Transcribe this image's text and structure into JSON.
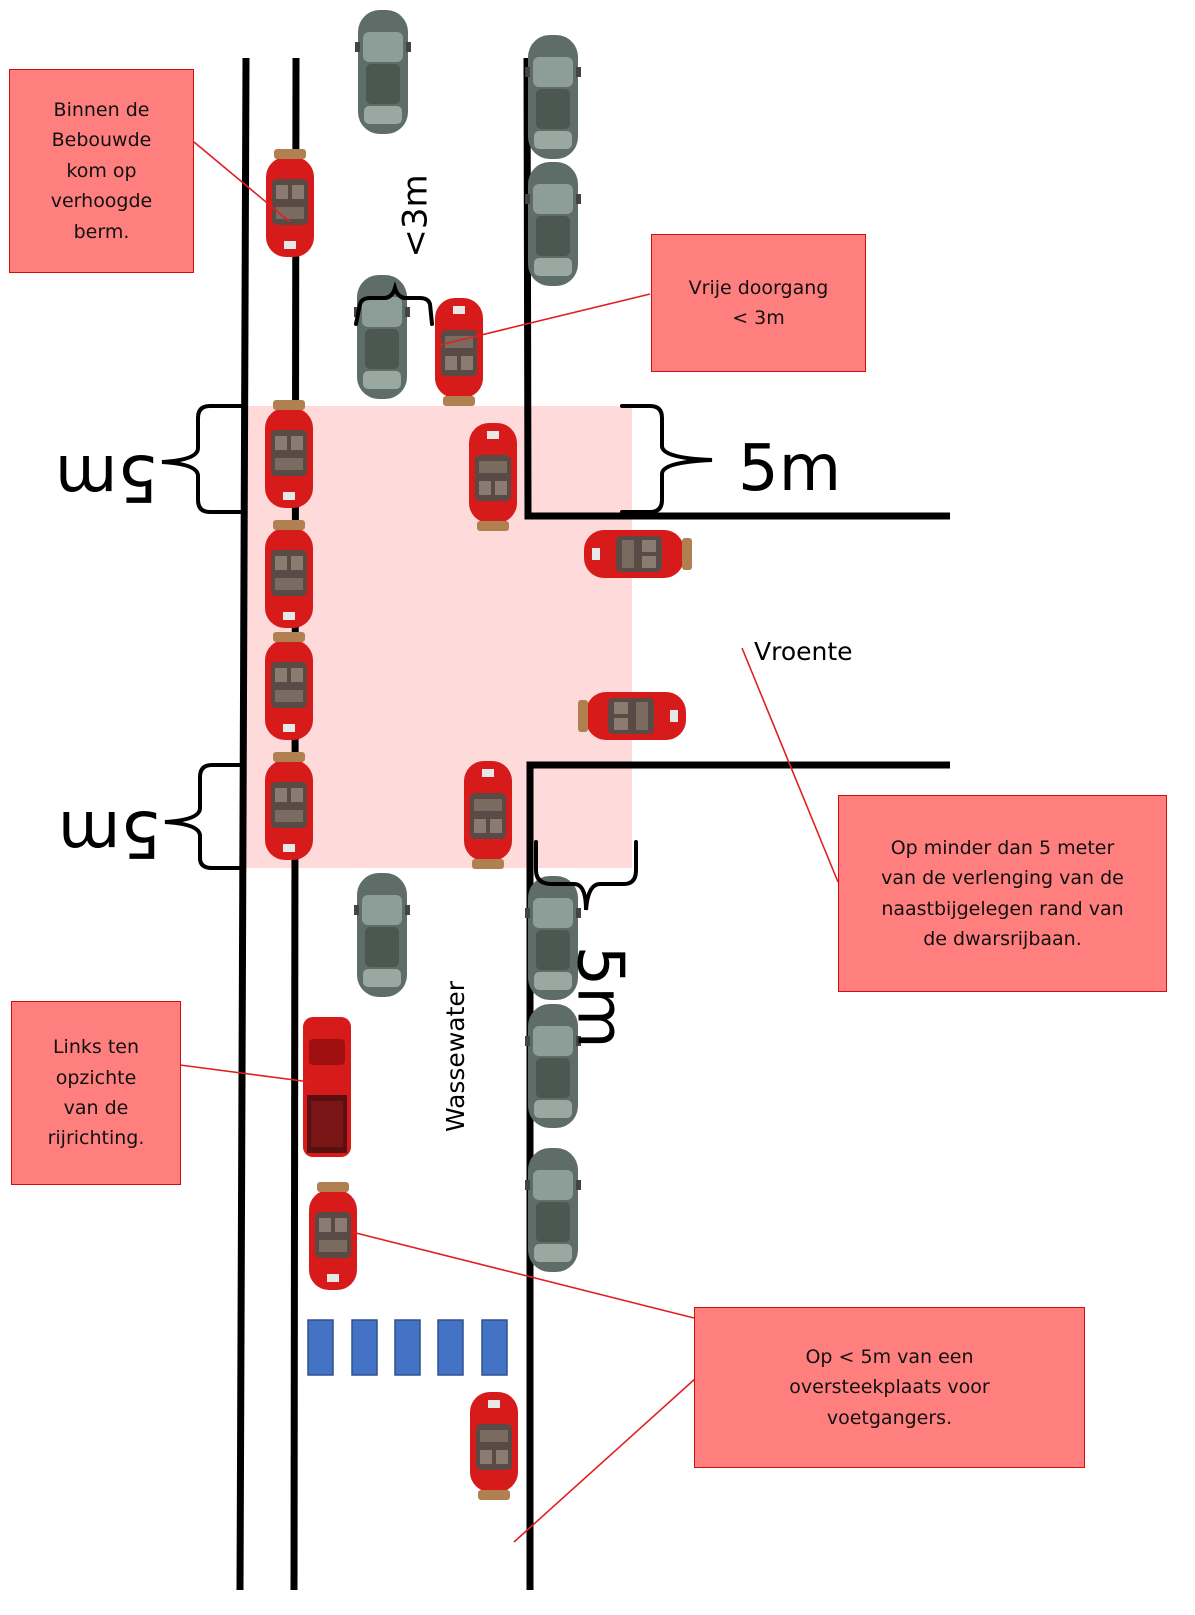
{
  "callouts": {
    "binnen_bebouwde": "Binnen de\nBebouwde\nkom op\nverhoogde\nberm.",
    "vrije_doorgang": "Vrije doorgang\n< 3m",
    "op_minder_dan_5m": "Op minder dan 5 meter\nvan de verlenging van de\nnaastbijgelegen rand van\nde dwarsrijbaan.",
    "links_rijrichting": "Links ten\nopzichte\nvan de\nrijrichting.",
    "oversteekplaats": "Op < 5m van een\noversteekplaats voor\nvoetgangers."
  },
  "labels": {
    "lt3m": "<3m",
    "five_m_left_top": "5m",
    "five_m_right": "5m",
    "five_m_left_bottom": "5m",
    "five_m_vertical": "5m",
    "street_side": "Vroente",
    "street_main": "Wassewater"
  },
  "colors": {
    "callout_fill": "#ff7f7f",
    "callout_border": "#d01010",
    "zone": "#ffd6d6",
    "road_line": "#000000",
    "red_car": "#d71a1a",
    "grey_car": "#62706a",
    "crossing": "#4472c4"
  }
}
